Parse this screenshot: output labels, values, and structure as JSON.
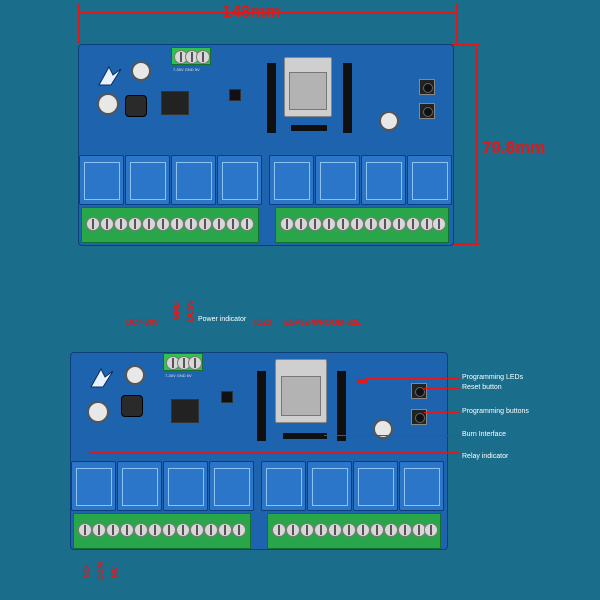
{
  "top": {
    "width_label": "148mm",
    "height_label": "79.8mm",
    "terminal_label": "7-30V GND 5V"
  },
  "bottom": {
    "callouts": {
      "power_indicator": "Power indicator",
      "programming_leds": "Programming LEDs",
      "reset_button": "Reset button",
      "programming_buttons": "Programming buttons",
      "burn_interface": "Burn Interface",
      "relay_indicator": "Relay indicator"
    },
    "red_labels": {
      "dc_input": "DC7-30V",
      "gnd": "GND",
      "dc5v": "DC5V",
      "io": "IO23",
      "module": "ESP32-WROOM-32E",
      "no": "NO",
      "com": "COM",
      "nc": "NC"
    },
    "terminal_label": "7-30V GND 5V"
  },
  "colors": {
    "background": "#1b6d8c",
    "board": "#1e63ad",
    "terminal": "#2aa64a",
    "annotation_red": "#e01818"
  }
}
